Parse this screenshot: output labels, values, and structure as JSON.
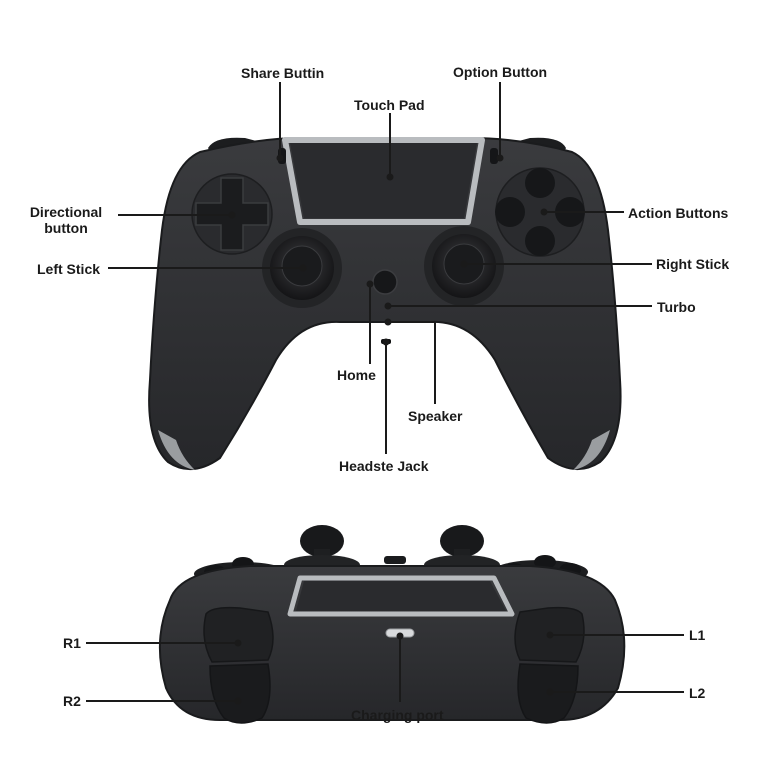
{
  "colors": {
    "body": "#2f3032",
    "body_dark": "#1f2022",
    "trim": "#b9bcbf",
    "leader": "#1a1a1a",
    "label": "#1a1a1a"
  },
  "top_view": {
    "labels": {
      "share": "Share Buttin",
      "option": "Option Button",
      "touchpad": "Touch Pad",
      "dpad": "Directional button",
      "action": "Action Buttons",
      "left_stick": "Left Stick",
      "right_stick": "Right Stick",
      "turbo": "Turbo",
      "home": "Home",
      "speaker": "Speaker",
      "jack": "Headste Jack"
    }
  },
  "front_view": {
    "labels": {
      "r1": "R1",
      "r2": "R2",
      "l1": "L1",
      "l2": "L2",
      "charging": "Charging port"
    }
  }
}
